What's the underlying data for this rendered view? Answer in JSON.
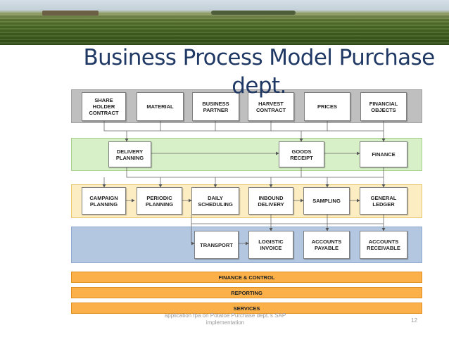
{
  "title": "Business Process Model Purchase dept.",
  "rows": {
    "sources": [
      "SHARE\nHOLDER\nCONTRACT",
      "MATERIAL",
      "BUSINESS\nPARTNER",
      "HARVEST\nCONTRACT",
      "PRICES",
      "FINANCIAL\nOBJECTS"
    ],
    "planning": [
      "DELIVERY\nPLANNING",
      "GOODS\nRECEIPT",
      "FINANCE"
    ],
    "execution": [
      "CAMPAIGN\nPLANNING",
      "PERIODIC\nPLANNING",
      "DAILY\nSCHEDULING",
      "INBOUND\nDELIVERY",
      "SAMPLING",
      "GENERAL\nLEDGER"
    ],
    "finance": [
      "TRANSPORT",
      "LOGISTIC\nINVOICE",
      "ACCOUNTS\nPAYABLE",
      "ACCOUNTS\nRECEIVABLE"
    ]
  },
  "bars": [
    "FINANCE & CONTROL",
    "REPORTING",
    "SERVICES"
  ],
  "colors": {
    "title": "#1f3864",
    "sources_band": "#bfbfbf",
    "planning_band": "#d8f0c8",
    "execution_band": "#fdedc3",
    "finance_band": "#b4c7e0",
    "bars": "#fbb04a"
  },
  "footer": {
    "caption": "application fpa on Potatoe Purchase dept.'s SAP\nimplementation",
    "page_number": "12"
  }
}
